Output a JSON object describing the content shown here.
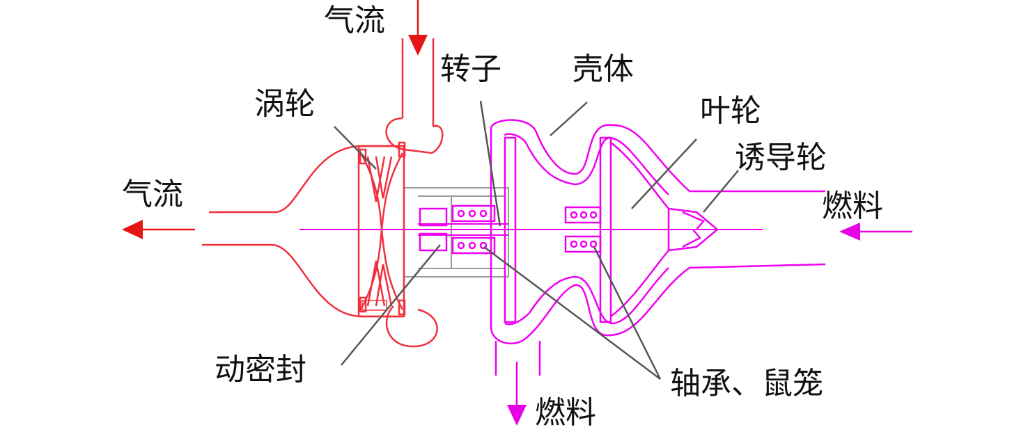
{
  "labels": {
    "airflow_in": "气流",
    "airflow_out": "气流",
    "rotor": "转子",
    "casing": "壳体",
    "turbine": "涡轮",
    "impeller": "叶轮",
    "inducer": "诱导轮",
    "fuel_in": "燃料",
    "fuel_out": "燃料",
    "dynamic_seal": "动密封",
    "bearing_cage": "轴承、鼠笼"
  },
  "colors": {
    "turbine_side": "#f0303c",
    "pump_side": "#f000f0",
    "housing_grey": "#9a9a9a",
    "leader_line": "#555555",
    "arrow_red": "#e61414",
    "arrow_magenta": "#e600e6"
  }
}
